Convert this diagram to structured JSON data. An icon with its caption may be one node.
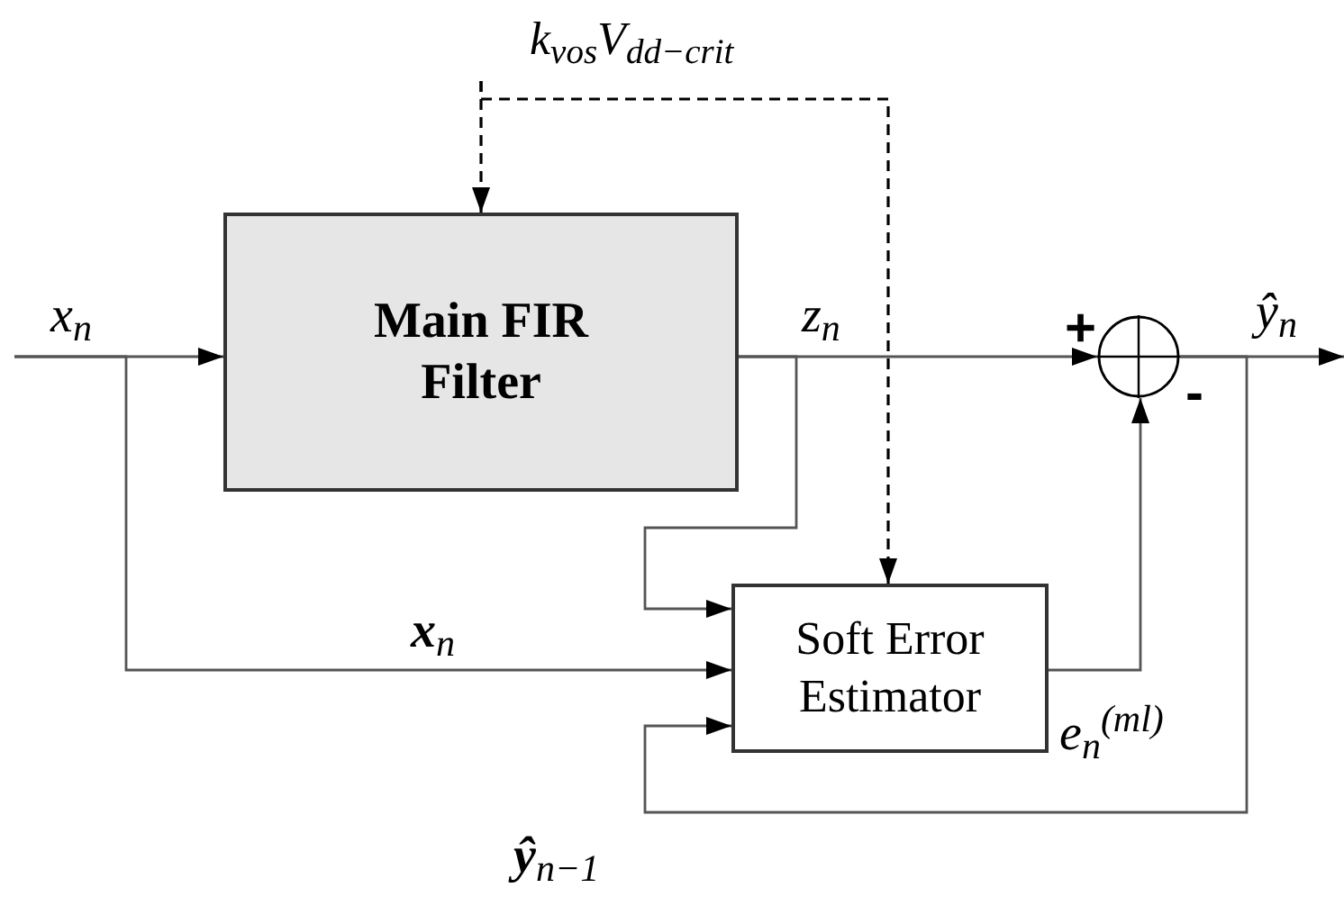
{
  "diagram": {
    "nodes": [
      {
        "text": [
          "Main FIR Filter"
        ]
      },
      {
        "text": [
          "Soft Error Estimator"
        ]
      },
      {
        "text": [],
        "shape": "circle"
      },
      {
        "text": [
          "k$_{vos}$V$_{dd−crit}$"
        ]
      }
    ],
    "edges": [
      {
        "from": null,
        "to": 0,
        "arrow": "to",
        "label": "x$_{n}$"
      },
      {
        "from": null,
        "to": 1,
        "arrow": "to",
        "label": "**x**$_{n}$"
      },
      {
        "from": 3,
        "to": 0,
        "arrow": "to",
        "style": "dashed"
      },
      {
        "from": 3,
        "to": 1,
        "arrow": "to",
        "style": "dashed"
      },
      {
        "from": 0,
        "to": 2,
        "arrow": "to",
        "label": "z$_{n}$"
      },
      {
        "from": 0,
        "to": 1,
        "arrow": "to"
      },
      {
        "from": 2,
        "to": null,
        "arrow": "to",
        "label": "ŷ$_{n}$"
      },
      {
        "from": 2,
        "to": 1,
        "arrow": "to",
        "label": "**ŷ**$_{n−1}$"
      },
      {
        "from": 1,
        "to": 2,
        "arrow": "to",
        "label": "e$_{n}$$^{(ml)}$"
      }
    ],
    "labels": [
      "+",
      "-"
    ]
  }
}
